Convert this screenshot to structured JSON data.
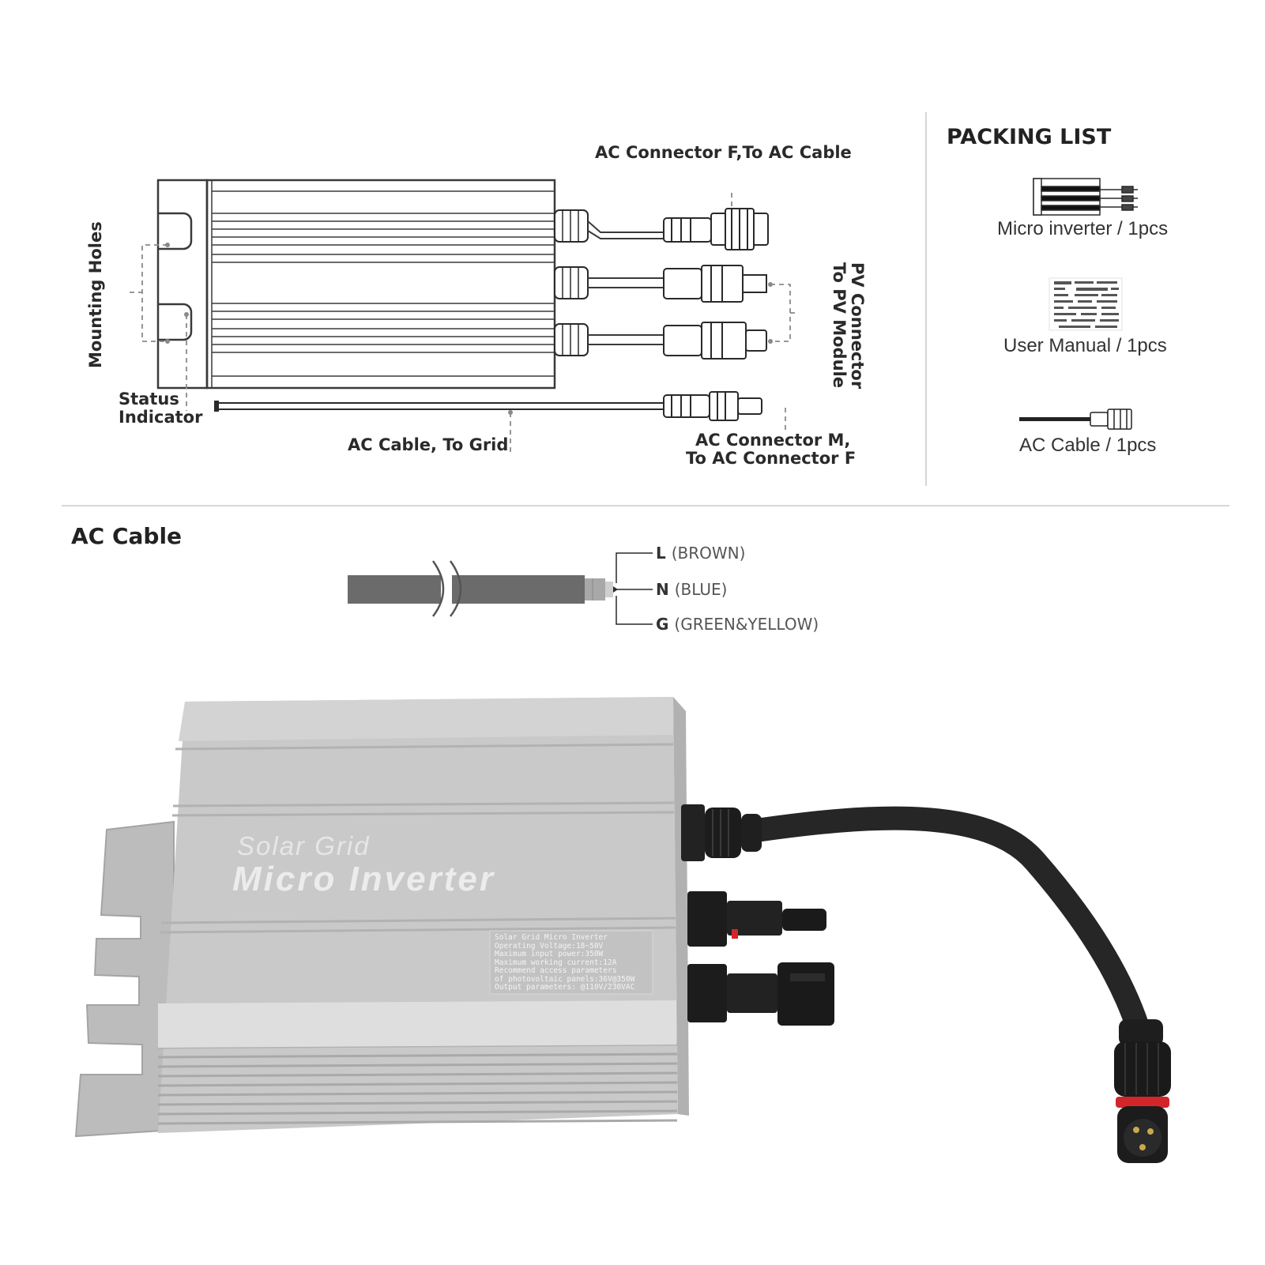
{
  "diagram": {
    "labels": {
      "ac_connector_f": "AC Connector  F,To AC Cable",
      "mounting_holes": "Mounting Holes",
      "pv_connector_line1": "PV Connector",
      "pv_connector_line2": "To PV Module",
      "status_line1": "Status",
      "status_line2": "Indicator",
      "ac_cable_grid": "AC Cable, To Grid",
      "ac_connector_m_line1": "AC Connector  M,",
      "ac_connector_m_line2": "To AC Connector  F"
    }
  },
  "packing_list": {
    "title": "PACKING LIST",
    "items": [
      {
        "name": "Micro inverter",
        "qty": "1pcs",
        "icon": "micro-inverter-icon"
      },
      {
        "name": "User Manual",
        "qty": "1pcs",
        "icon": "manual-icon"
      },
      {
        "name": "AC Cable",
        "qty": "1pcs",
        "icon": "cable-icon"
      }
    ]
  },
  "ac_cable_section": {
    "title": "AC Cable",
    "wires": [
      {
        "code": "L",
        "color": "(BROWN)"
      },
      {
        "code": "N",
        "color": "(BLUE)"
      },
      {
        "code": "G",
        "color": "(GREEN&YELLOW)"
      }
    ]
  },
  "product": {
    "brand_line1": "Solar Grid",
    "brand_line2": "Micro Inverter",
    "spec_lines": [
      "Solar Grid Micro Inverter",
      "Operating Voltage:18~50V",
      "Maximum input power:350W",
      "Maximum working current:12A",
      "Recommend access parameters",
      "of photovoltaic panels:36V@350W",
      "Output parameters: @110V/230VAC"
    ]
  },
  "colors": {
    "line": "#3a3a3a",
    "dashed": "#8a8a8a",
    "divider": "#d6d6d6",
    "cable_gray": "#6b6b6b",
    "housing": "#c9c9c9",
    "connector_black": "#1c1c1c",
    "ring_red": "#d2262b"
  }
}
